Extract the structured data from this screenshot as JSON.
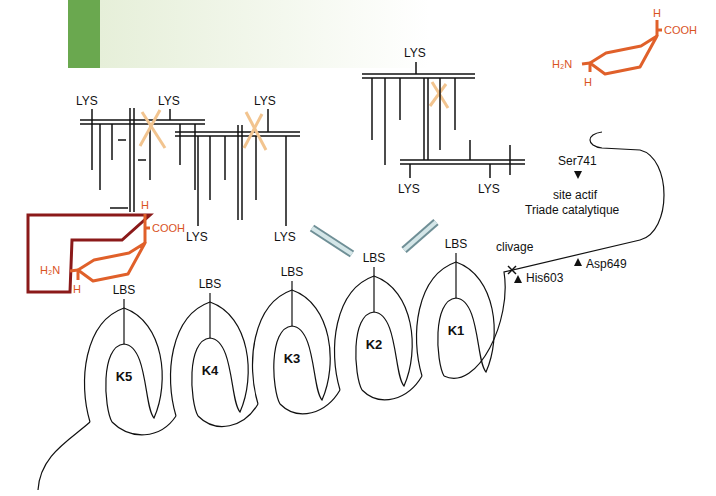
{
  "diagram": {
    "nodes": [
      {
        "text": [
          "LBS",
          "K5"
        ]
      },
      {
        "text": [
          "LBS",
          "K4"
        ]
      },
      {
        "text": [
          "LBS",
          "K3"
        ]
      },
      {
        "text": [
          "LBS",
          "K2"
        ]
      },
      {
        "text": [
          "LBS",
          "K1"
        ]
      }
    ],
    "labels": [
      "LYS",
      "LYS",
      "LYS",
      "LYS",
      "LYS",
      "LYS",
      "LYS",
      "LYS",
      "H",
      "COOH",
      "H₂N",
      "H",
      "H",
      "COOH",
      "H₂N",
      "H",
      "Ser741",
      "site actif",
      "Triade catalytique",
      "clivage",
      "His603",
      "Asp649"
    ]
  }
}
